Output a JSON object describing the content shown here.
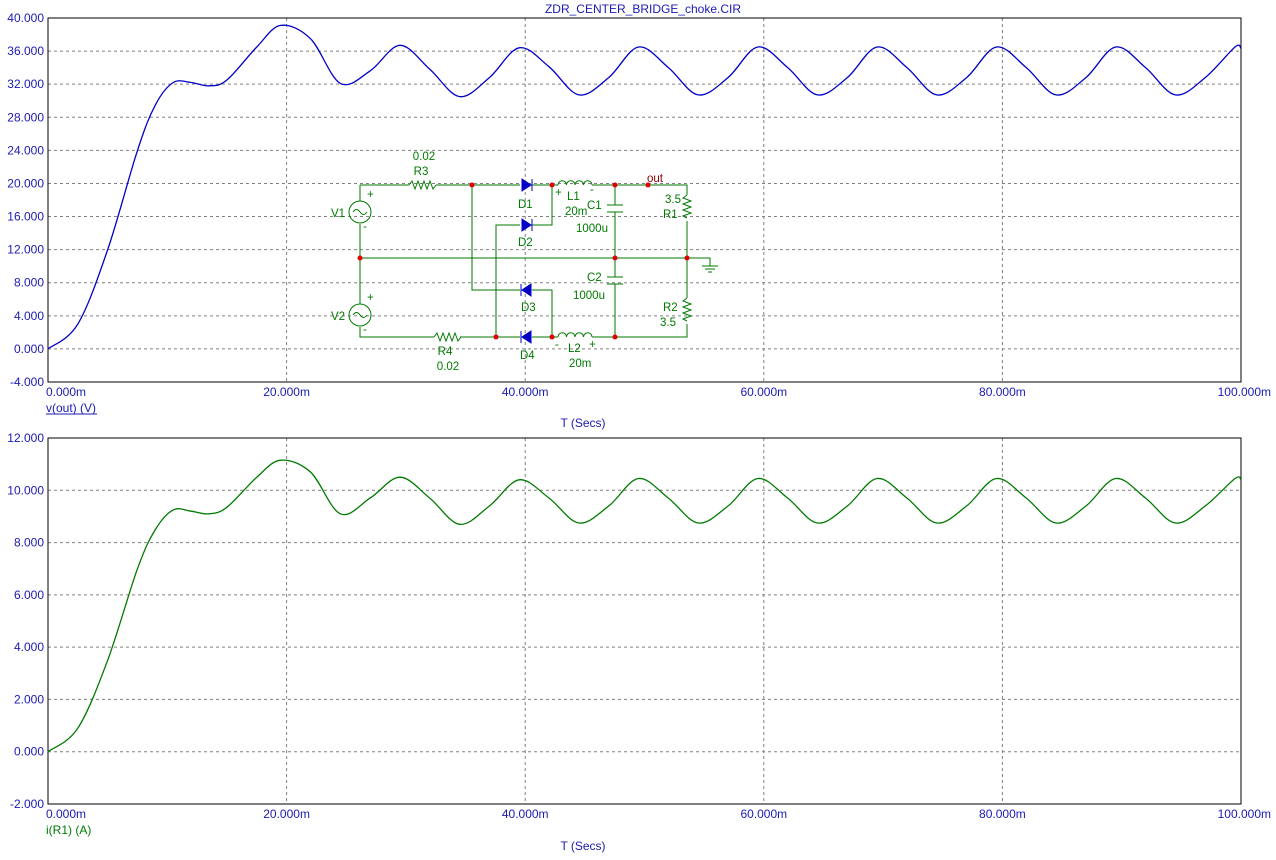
{
  "window_title": "ZDR_CENTER_BRIDGE_choke.CIR",
  "colors": {
    "axis_text": "#1a1ab4",
    "grid": "#808080",
    "voltage_trace": "#0000c8",
    "current_trace": "#007a00",
    "schematic_wire": "#007a00",
    "schematic_node": "#e00000",
    "diode": "#0000c8"
  },
  "schematic": {
    "components": [
      {
        "ref": "R3",
        "value": "0.02"
      },
      {
        "ref": "R4",
        "value": "0.02"
      },
      {
        "ref": "V1",
        "value": ""
      },
      {
        "ref": "V2",
        "value": ""
      },
      {
        "ref": "D1",
        "value": ""
      },
      {
        "ref": "D2",
        "value": ""
      },
      {
        "ref": "D3",
        "value": ""
      },
      {
        "ref": "D4",
        "value": ""
      },
      {
        "ref": "L1",
        "value": "20m"
      },
      {
        "ref": "L2",
        "value": "20m"
      },
      {
        "ref": "C1",
        "value": "1000u"
      },
      {
        "ref": "C2",
        "value": "1000u"
      },
      {
        "ref": "R1",
        "value": "3.5"
      },
      {
        "ref": "R2",
        "value": "3.5"
      }
    ],
    "node_label": "out"
  },
  "chart_data": [
    {
      "type": "line",
      "title": "ZDR_CENTER_BRIDGE_choke.CIR",
      "xlabel": "T (Secs)",
      "ylabel": "v(out) (V)",
      "xlim": [
        0,
        0.1
      ],
      "ylim": [
        -4,
        40
      ],
      "x_ticks": [
        "0.000m",
        "20.000m",
        "40.000m",
        "60.000m",
        "80.000m",
        "100.000m"
      ],
      "y_ticks": [
        "-4.000",
        "0.000",
        "4.000",
        "8.000",
        "12.000",
        "16.000",
        "20.000",
        "24.000",
        "28.000",
        "32.000",
        "36.000",
        "40.000"
      ],
      "grid": true,
      "series": [
        {
          "name": "v(out) (V)",
          "color": "#0000c8",
          "x": [
            0,
            0.0025,
            0.005,
            0.0075,
            0.009,
            0.0105,
            0.012,
            0.0135,
            0.015,
            0.0175,
            0.0195,
            0.022,
            0.0245,
            0.027,
            0.0295,
            0.032,
            0.0345,
            0.037,
            0.0395,
            0.042,
            0.0445,
            0.047,
            0.0495,
            0.052,
            0.0545,
            0.057,
            0.0595,
            0.062,
            0.0645,
            0.067,
            0.0695,
            0.072,
            0.0745,
            0.077,
            0.0795,
            0.082,
            0.0845,
            0.087,
            0.0895,
            0.092,
            0.0945,
            0.097,
            0.0995,
            0.1
          ],
          "y": [
            0,
            3,
            12,
            24,
            29.5,
            32.2,
            32.2,
            31.8,
            32.5,
            36.5,
            39.1,
            37.5,
            32.1,
            33.6,
            36.7,
            33.8,
            30.5,
            32.8,
            36.4,
            34.1,
            30.7,
            32.8,
            36.5,
            34,
            30.7,
            32.8,
            36.5,
            34,
            30.7,
            32.8,
            36.5,
            34,
            30.7,
            32.8,
            36.5,
            34,
            30.7,
            32.8,
            36.5,
            34,
            30.7,
            32.8,
            36.5,
            36.3
          ]
        }
      ]
    },
    {
      "type": "line",
      "xlabel": "T (Secs)",
      "ylabel": "i(R1) (A)",
      "xlim": [
        0,
        0.1
      ],
      "ylim": [
        -2,
        12
      ],
      "x_ticks": [
        "0.000m",
        "20.000m",
        "40.000m",
        "60.000m",
        "80.000m",
        "100.000m"
      ],
      "y_ticks": [
        "-2.000",
        "0.000",
        "2.000",
        "4.000",
        "6.000",
        "8.000",
        "10.000",
        "12.000"
      ],
      "grid": true,
      "series": [
        {
          "name": "i(R1) (A)",
          "color": "#007a00",
          "x": [
            0,
            0.0025,
            0.005,
            0.0075,
            0.009,
            0.0105,
            0.012,
            0.0135,
            0.015,
            0.0175,
            0.0195,
            0.022,
            0.0245,
            0.027,
            0.0295,
            0.032,
            0.0345,
            0.037,
            0.0395,
            0.042,
            0.0445,
            0.047,
            0.0495,
            0.052,
            0.0545,
            0.057,
            0.0595,
            0.062,
            0.0645,
            0.067,
            0.0695,
            0.072,
            0.0745,
            0.077,
            0.0795,
            0.082,
            0.0845,
            0.087,
            0.0895,
            0.092,
            0.0945,
            0.097,
            0.0995,
            0.1
          ],
          "y": [
            0,
            0.9,
            3.5,
            7,
            8.5,
            9.25,
            9.2,
            9.1,
            9.35,
            10.5,
            11.15,
            10.7,
            9.1,
            9.7,
            10.5,
            9.7,
            8.7,
            9.4,
            10.4,
            9.7,
            8.75,
            9.4,
            10.45,
            9.7,
            8.75,
            9.4,
            10.45,
            9.7,
            8.75,
            9.4,
            10.45,
            9.7,
            8.75,
            9.4,
            10.45,
            9.7,
            8.75,
            9.4,
            10.45,
            9.7,
            8.75,
            9.4,
            10.45,
            10.4
          ]
        }
      ]
    }
  ]
}
